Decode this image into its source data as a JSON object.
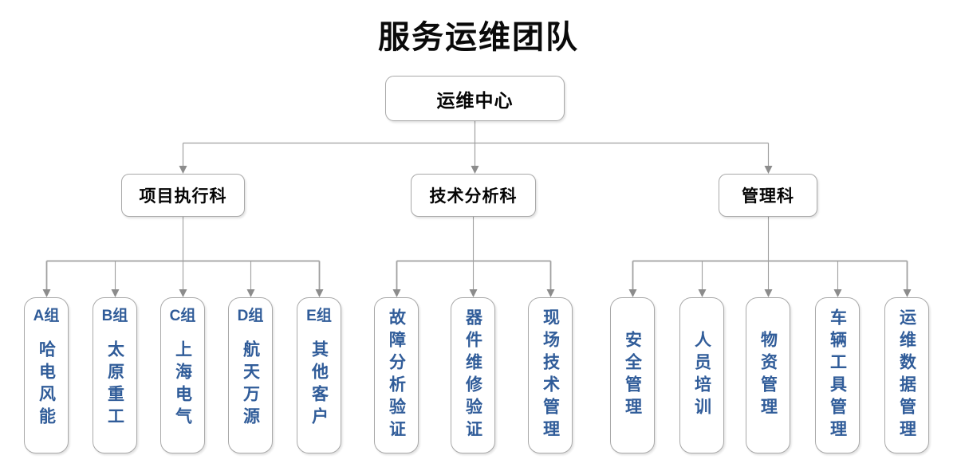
{
  "title": "服务运维团队",
  "colors": {
    "line": "#a0a0a0",
    "arrowhead": "#8c8c8c",
    "box_border": "#a9a9a9",
    "box_fill": "#ffffff",
    "leaf_text": "#305c99",
    "node_text": "#050505",
    "title_text": "#0a0a0a"
  },
  "root": {
    "label": "运维中心"
  },
  "sections": [
    {
      "label": "项目执行科",
      "leaves": [
        {
          "group": "A组",
          "name": "哈电风能"
        },
        {
          "group": "B组",
          "name": "太原重工"
        },
        {
          "group": "C组",
          "name": "上海电气"
        },
        {
          "group": "D组",
          "name": "航天万源"
        },
        {
          "group": "E组",
          "name": "其他客户"
        }
      ]
    },
    {
      "label": "技术分析科",
      "leaves": [
        {
          "name": "故障分析验证"
        },
        {
          "name": "器件维修验证"
        },
        {
          "name": "现场技术管理"
        }
      ]
    },
    {
      "label": "管理科",
      "leaves": [
        {
          "name": "安全管理"
        },
        {
          "name": "人员培训"
        },
        {
          "name": "物资管理"
        },
        {
          "name": "车辆工具管理"
        },
        {
          "name": "运维数据管理"
        }
      ]
    }
  ]
}
